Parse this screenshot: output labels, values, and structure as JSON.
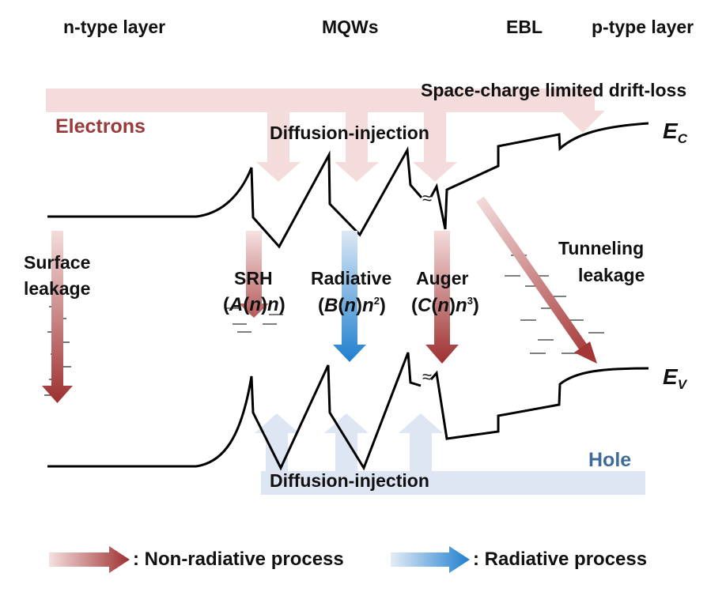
{
  "regions": {
    "n_type": "n-type layer",
    "mqws": "MQWs",
    "ebl": "EBL",
    "p_type": "p-type layer"
  },
  "labels": {
    "drift_loss": "Space-charge limited drift-loss",
    "electrons": "Electrons",
    "diffusion_top": "Diffusion-injection",
    "diffusion_bottom": "Diffusion-injection",
    "hole": "Hole",
    "ec_main": "E",
    "ec_sub": "C",
    "ev_main": "E",
    "ev_sub": "V",
    "surface_1": "Surface",
    "surface_2": "leakage",
    "tunneling_1": "Tunneling",
    "tunneling_2": "leakage",
    "srh_title": "SRH",
    "radiative_title": "Radiative",
    "auger_title": "Auger",
    "break_mark": "≈"
  },
  "equations": {
    "srh": {
      "open": "(",
      "coef": "A",
      "lp": "(",
      "var": "n",
      "rp": ")",
      "tail": "n",
      "sup": "",
      "close": ")"
    },
    "radiative": {
      "open": "(",
      "coef": "B",
      "lp": "(",
      "var": "n",
      "rp": ")",
      "tail": "n",
      "sup": "2",
      "close": ")"
    },
    "auger": {
      "open": "(",
      "coef": "C",
      "lp": "(",
      "var": "n",
      "rp": ")",
      "tail": "n",
      "sup": "3",
      "close": ")"
    }
  },
  "legend": {
    "nonradiative": ": Non-radiative process",
    "radiative": ": Radiative process"
  },
  "colors": {
    "nonradiative_dark": "#9e3030",
    "nonradiative_light": "#f5dede",
    "radiative_dark": "#1f7fcf",
    "radiative_light": "#dde6f2",
    "band_line": "#000000"
  }
}
